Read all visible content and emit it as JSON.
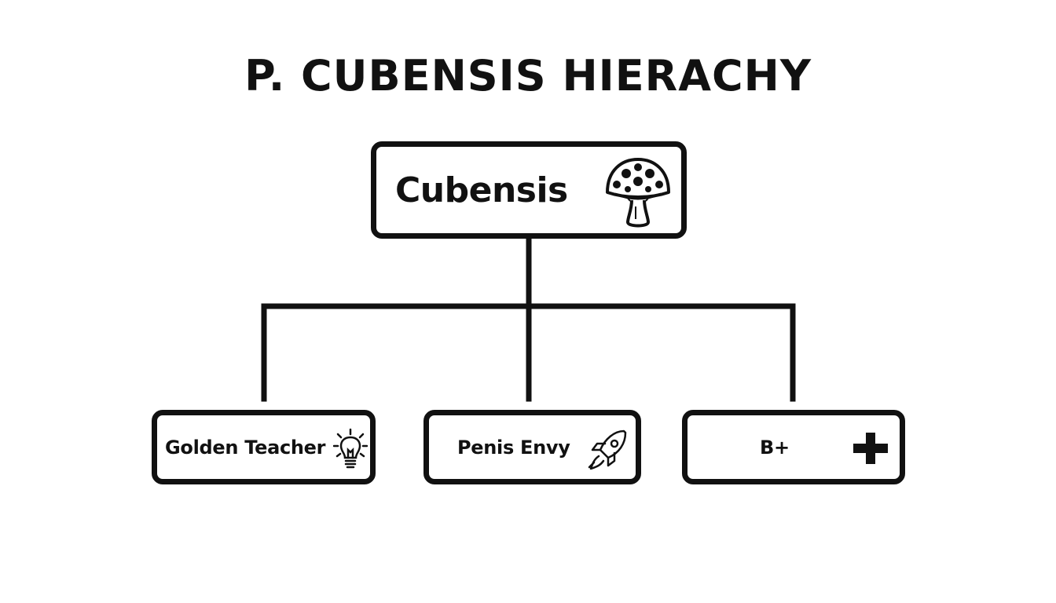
{
  "diagram": {
    "title": "P. CUBENSIS HIERACHY",
    "root": {
      "label": "Cubensis",
      "icon": "mushroom-icon"
    },
    "children": [
      {
        "label": "Golden Teacher",
        "icon": "lightbulb-icon"
      },
      {
        "label": "Penis Envy",
        "icon": "rocket-icon"
      },
      {
        "label": "B+",
        "icon": "plus-icon"
      }
    ],
    "colors": {
      "stroke": "#111111",
      "background": "#ffffff"
    }
  }
}
